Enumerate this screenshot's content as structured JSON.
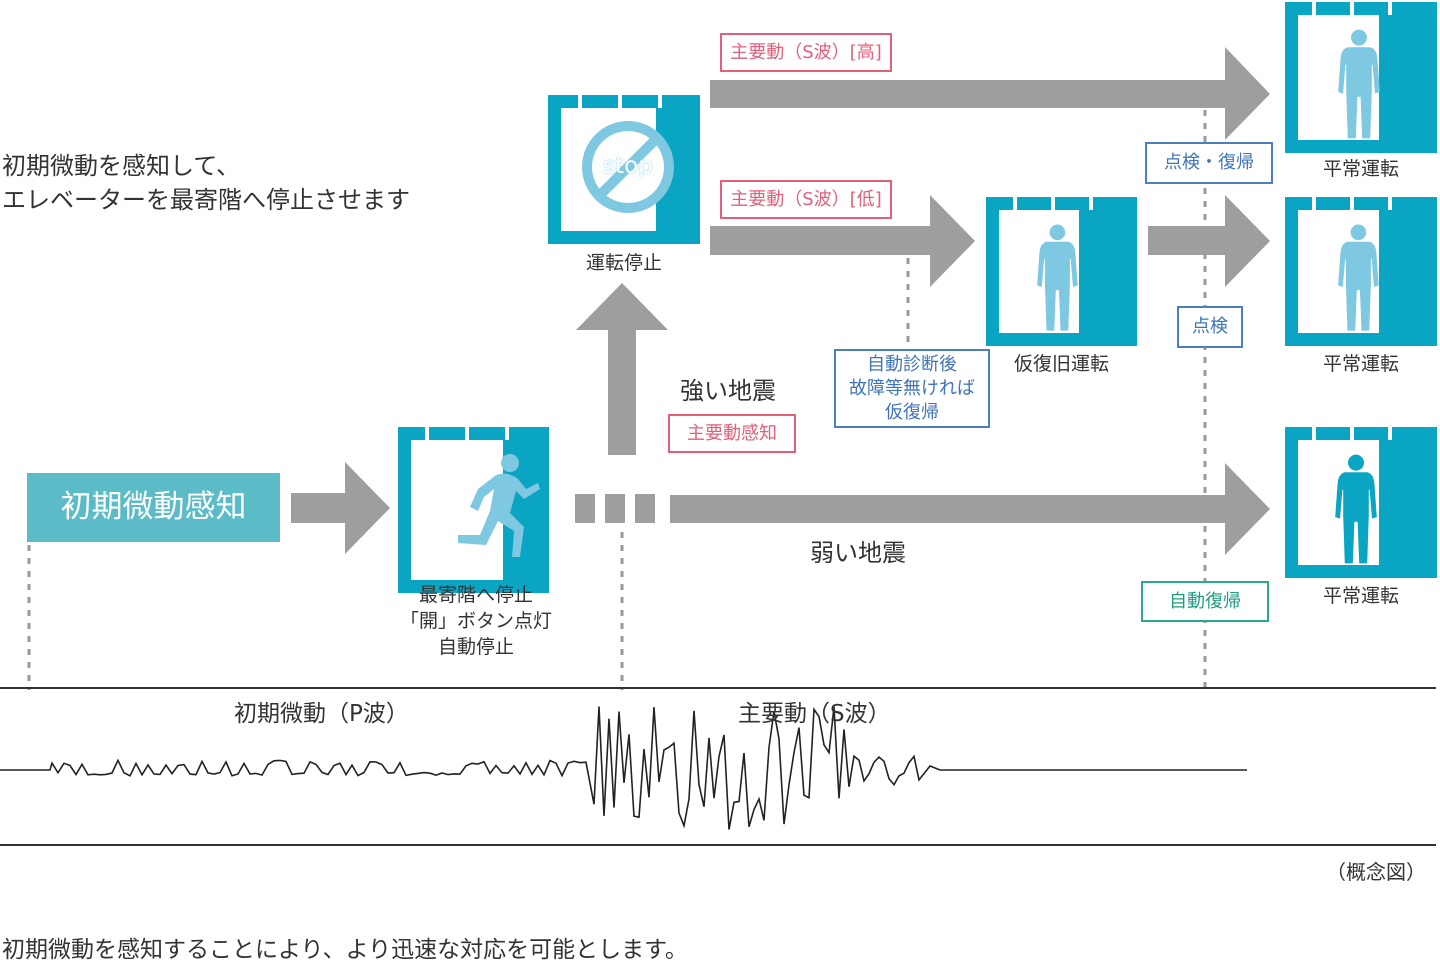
{
  "intro": {
    "line1": "初期微動を感知して、",
    "line2": "エレベーターを最寄階へ停止させます"
  },
  "detect_box": {
    "label": "初期微動感知",
    "color": "#5bbcc8"
  },
  "stages": {
    "nearest_floor": {
      "line1": "最寄階へ停止",
      "line2": "「開」ボタン点灯",
      "line3": "自動停止"
    },
    "stop": {
      "label": "運転停止",
      "sign_text": "stop"
    },
    "temp_recovery": {
      "label": "仮復旧運転"
    },
    "normal_top": {
      "label": "平常運転"
    },
    "normal_mid": {
      "label": "平常運転"
    },
    "normal_bottom": {
      "label": "平常運転"
    }
  },
  "labels": {
    "strong_quake": "強い地震",
    "weak_quake": "弱い地震",
    "main_detect": "主要動感知",
    "s_wave_high": "主要動（S波）[高]",
    "s_wave_low": "主要動（S波）[低]",
    "inspect_restore": "点検・復帰",
    "inspect": "点検",
    "auto_restore": "自動復帰",
    "self_diag_1": "自動診断後",
    "self_diag_2": "故障等無ければ",
    "self_diag_3": "仮復帰"
  },
  "waveform": {
    "p_wave": "初期微動（P波）",
    "s_wave": "主要動（S波）"
  },
  "note": "（概念図）",
  "footer": "初期微動を感知することにより、より迅速な対応を可能とします。",
  "colors": {
    "elevator": "#0aa5c2",
    "person_light": "#7fc8e2",
    "arrow": "#9e9e9e",
    "pink": "#e2607a",
    "blue": "#3f74b9",
    "green": "#1f9c80"
  },
  "icons": [
    "elevator-icon",
    "running-person-icon",
    "standing-person-icon",
    "stop-sign-icon",
    "arrow-icon",
    "seismic-waveform-icon"
  ]
}
